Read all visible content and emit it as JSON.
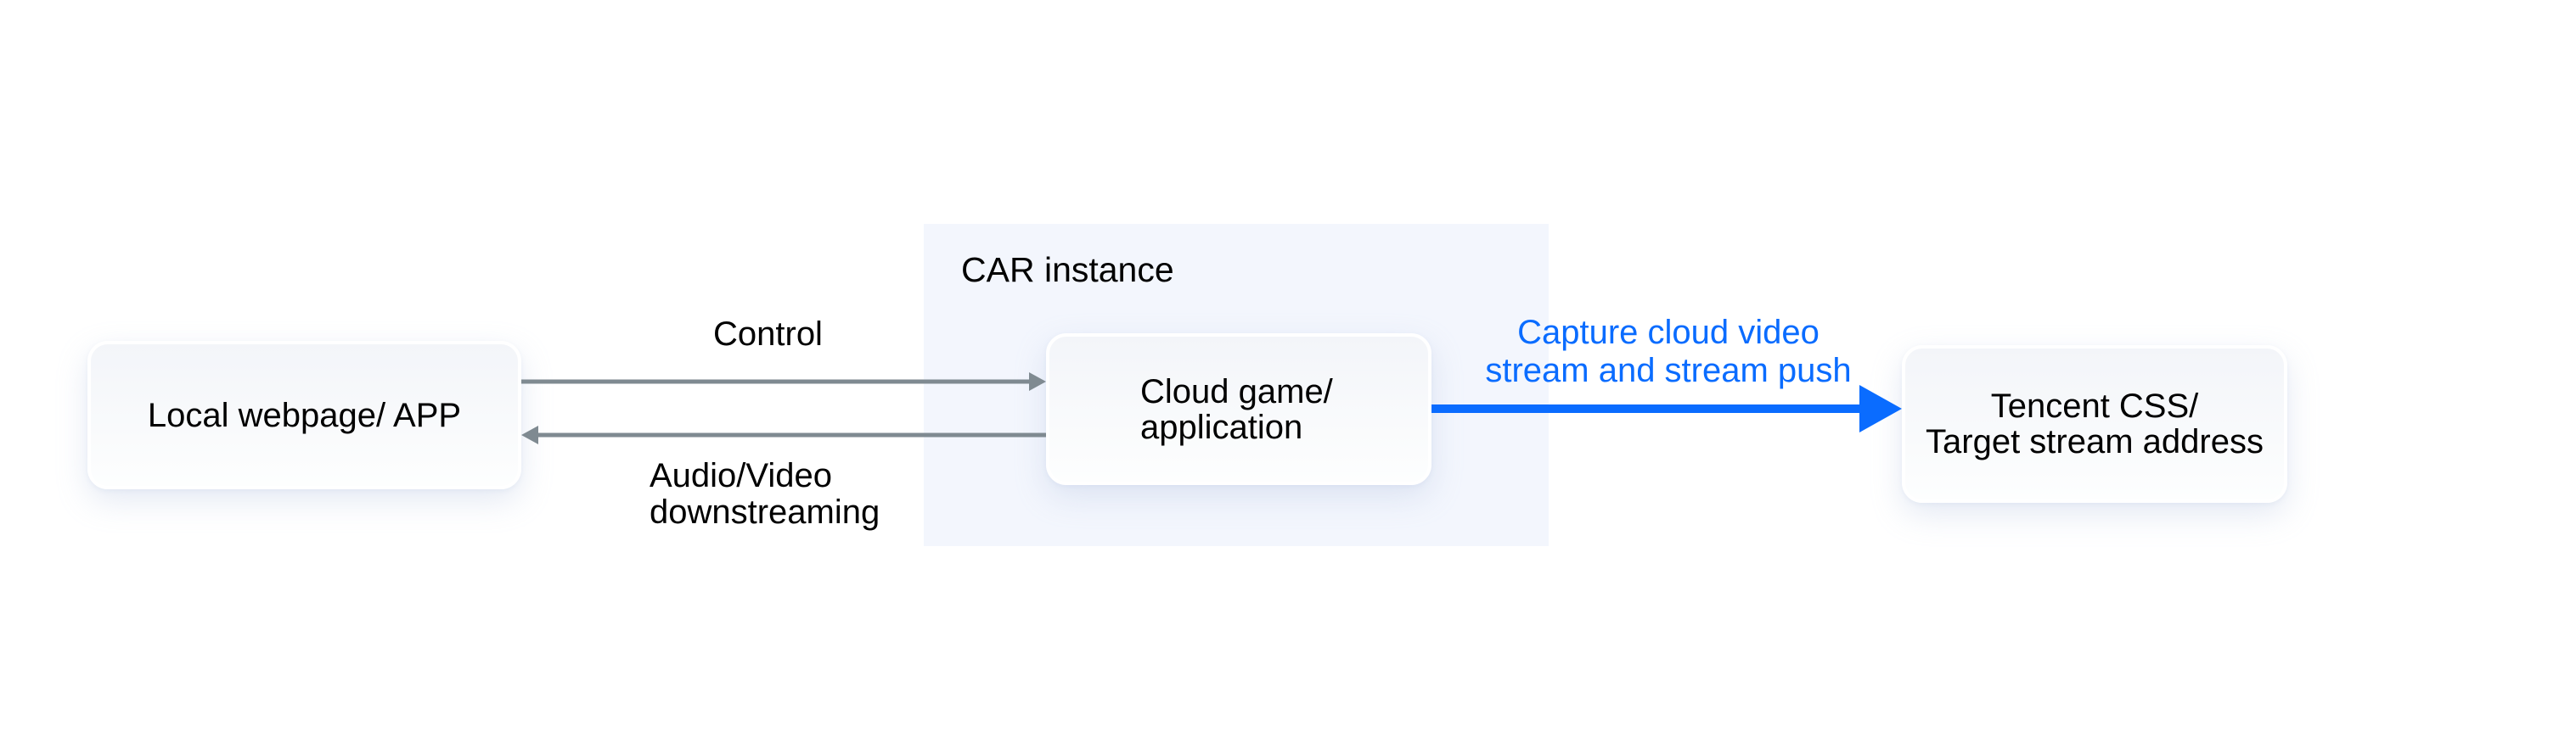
{
  "diagram": {
    "container": {
      "title": "CAR instance",
      "background_color": "#F3F6FD"
    },
    "nodes": {
      "local": {
        "label": "Local webpage/ APP"
      },
      "cloud": {
        "label": "Cloud game/\napplication"
      },
      "tencent": {
        "label": "Tencent CSS/\nTarget stream address"
      }
    },
    "edges": {
      "control": {
        "label": "Control",
        "from": "Local webpage/ APP",
        "to": "Cloud game/ application",
        "color": "#7F8A91"
      },
      "downstream": {
        "label": "Audio/Video\ndownstreaming",
        "from": "Cloud game/ application",
        "to": "Local webpage/ APP",
        "color": "#7F8A91"
      },
      "push": {
        "label": "Capture cloud video\nstream and stream push",
        "from": "Cloud game/ application",
        "to": "Tencent CSS/ Target stream address",
        "color": "#0A6CFF"
      }
    }
  }
}
